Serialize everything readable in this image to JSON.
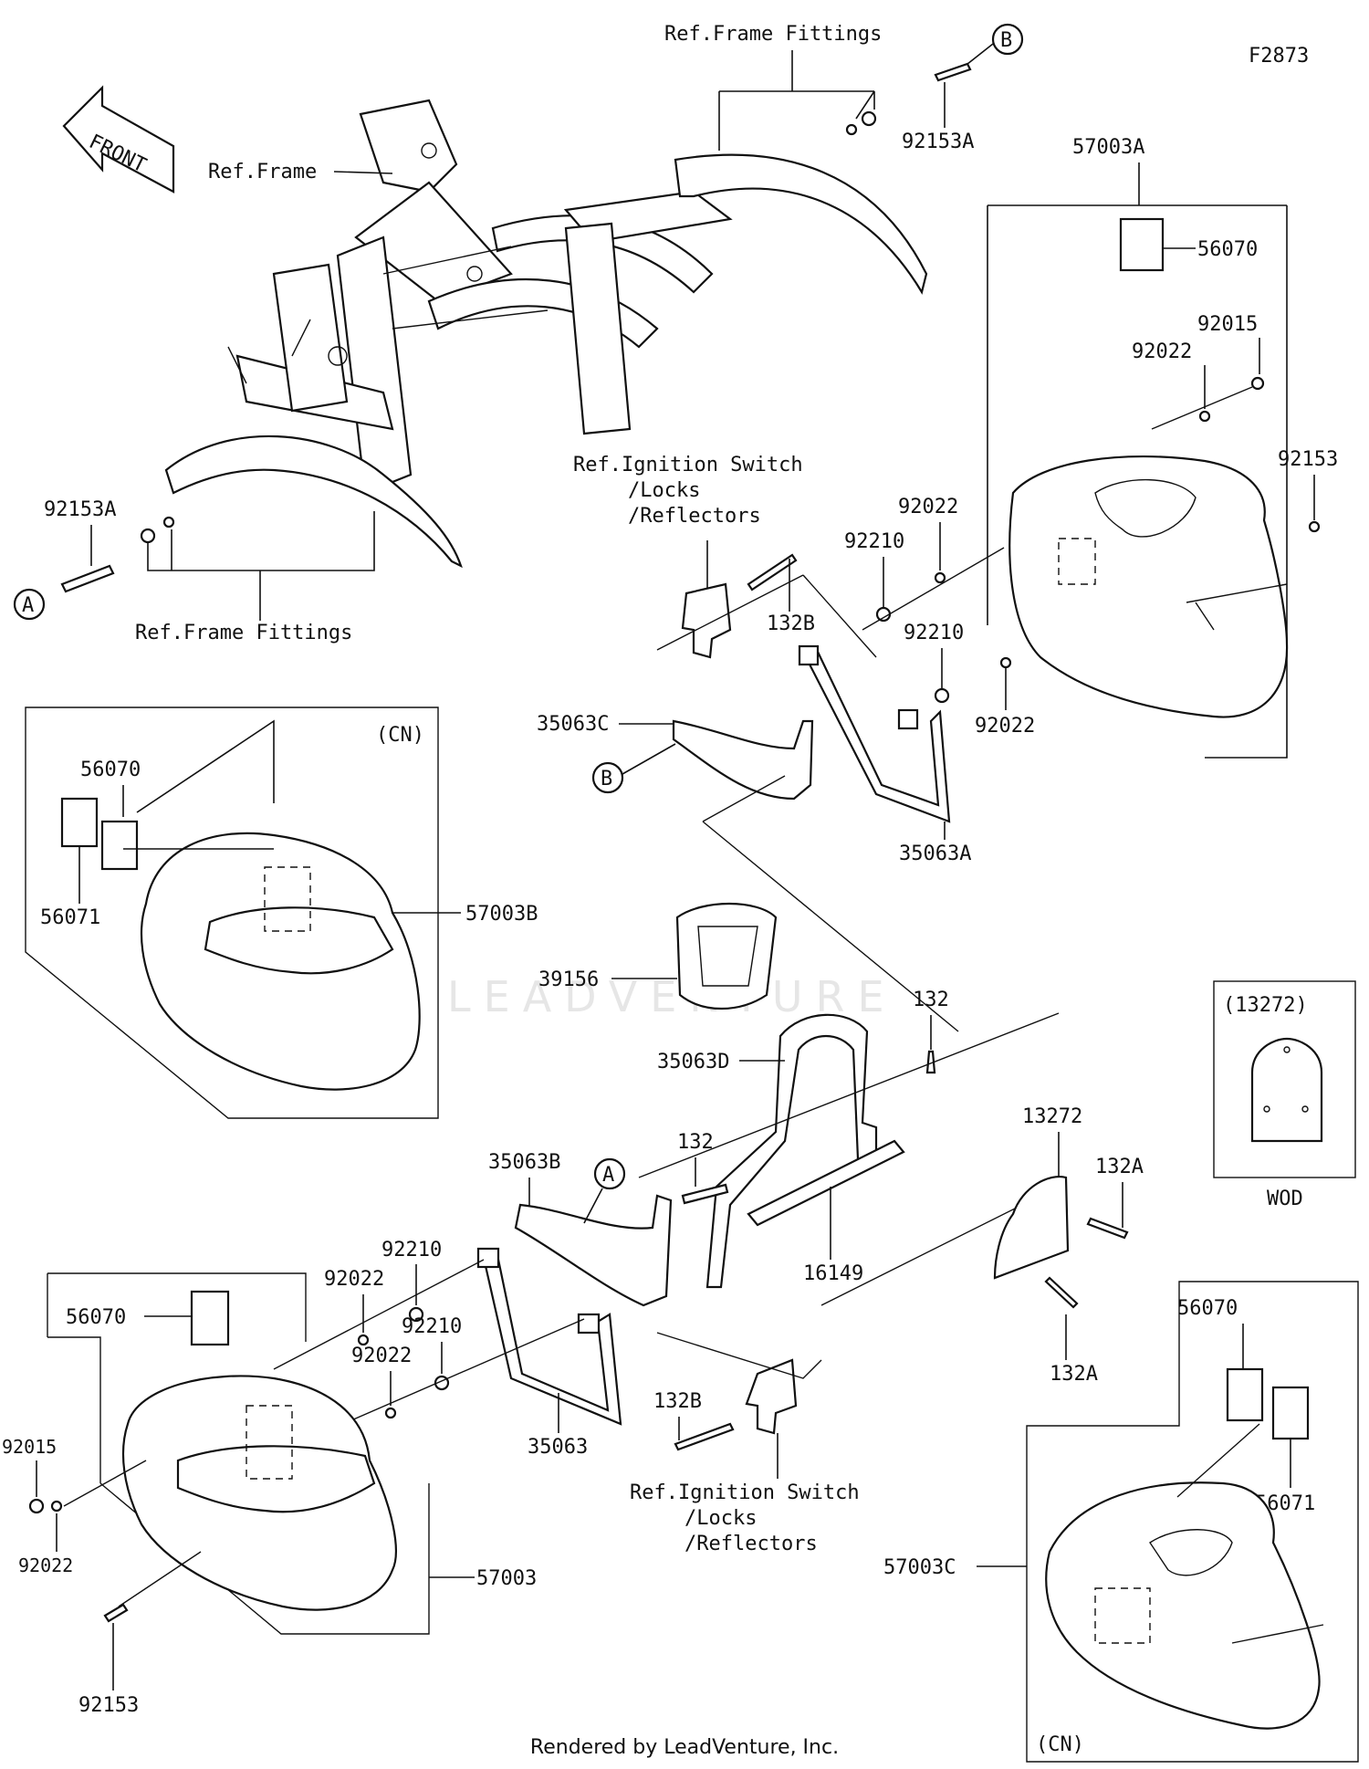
{
  "diagram_id": "F2873",
  "front_arrow": "FRONT",
  "watermark": "LEADVENTURE",
  "footer": "Rendered by LeadVenture, Inc.",
  "callouts": {
    "circle_a": "A",
    "circle_b": "B"
  },
  "labels": {
    "ref_frame_fittings_top": "Ref.Frame Fittings",
    "ref_frame_fittings_left": "Ref.Frame Fittings",
    "ref_frame": "Ref.Frame",
    "ref_ignition_top_1": "Ref.Ignition Switch",
    "ref_ignition_top_2": "/Locks",
    "ref_ignition_top_3": "/Reflectors",
    "ref_ignition_bot_1": "Ref.Ignition Switch",
    "ref_ignition_bot_2": "/Locks",
    "ref_ignition_bot_3": "/Reflectors",
    "cn_top": "(CN)",
    "cn_bottom": "(CN)",
    "wod_header": "(13272)",
    "wod_label": "WOD"
  },
  "parts": {
    "p92153A_top": "92153A",
    "p92153A_left": "92153A",
    "p57003A": "57003A",
    "p56070_r": "56070",
    "p92015_r": "92015",
    "p92022_r1": "92022",
    "p92153_r": "92153",
    "p92022_m1": "92022",
    "p92210_m1": "92210",
    "p92210_m2": "92210",
    "p92022_m2": "92022",
    "p132B_top": "132B",
    "p35063C": "35063C",
    "p35063A": "35063A",
    "p56070_cn": "56070",
    "p56071_cn": "56071",
    "p57003B": "57003B",
    "p39156": "39156",
    "p132_a": "132",
    "p35063D": "35063D",
    "p132_b": "132",
    "p13272": "13272",
    "p132A_a": "132A",
    "p132A_b": "132A",
    "p16149": "16149",
    "p35063B": "35063B",
    "p92210_l1": "92210",
    "p92022_l1": "92022",
    "p56070_l": "56070",
    "p92210_l2": "92210",
    "p92022_l2": "92022",
    "p35063": "35063",
    "p132B_bot": "132B",
    "p92015_l": "92015",
    "p92022_l3": "92022",
    "p57003": "57003",
    "p92153_l": "92153",
    "p56070_cn2": "56070",
    "p56071_cn2": "56071",
    "p57003C": "57003C"
  }
}
